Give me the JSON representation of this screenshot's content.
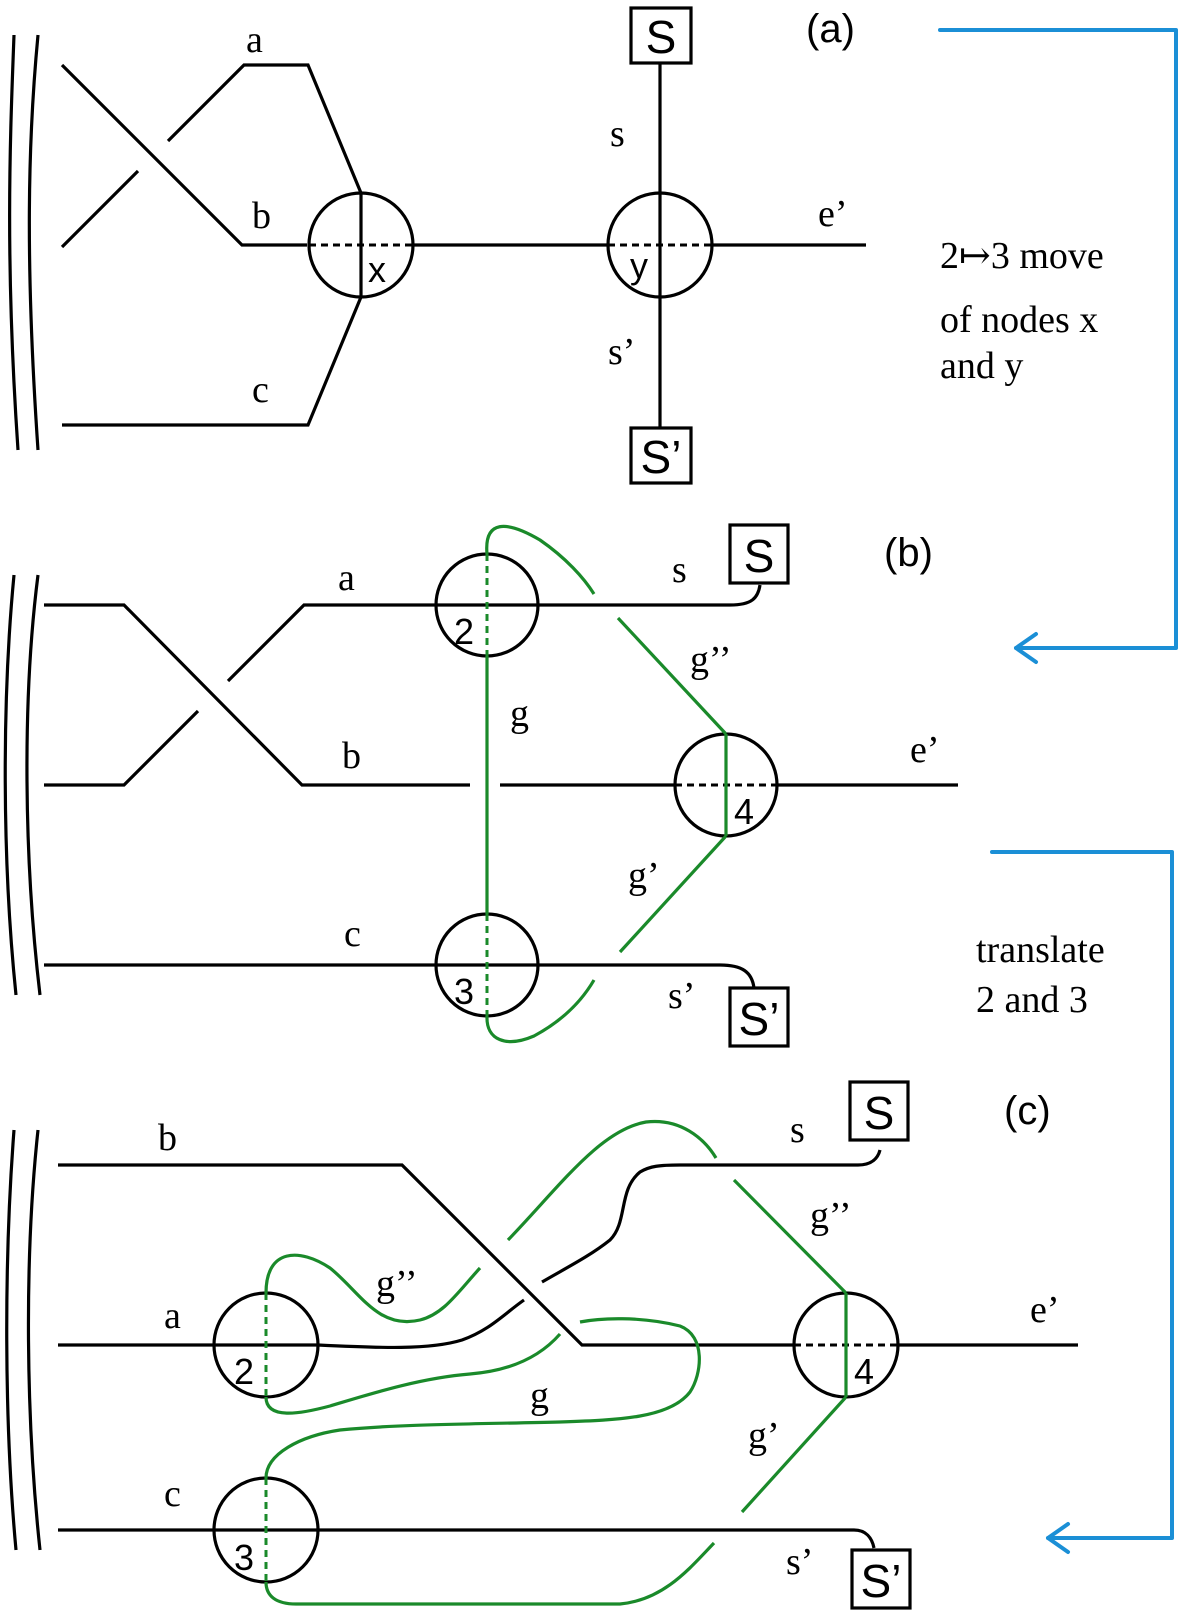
{
  "colors": {
    "line": "#000000",
    "green": "#1a8a2a",
    "arrow": "#1b8fd6"
  },
  "panels": {
    "a": {
      "tag": "(a)",
      "edges": {
        "a": "a",
        "b": "b",
        "c": "c",
        "s": "s",
        "s_prime": "s’",
        "e_prime": "e’"
      },
      "nodes": {
        "x": "x",
        "y": "y"
      },
      "boxes": {
        "S": "S",
        "S_prime": "S’"
      }
    },
    "b": {
      "tag": "(b)",
      "edges": {
        "a": "a",
        "b": "b",
        "c": "c",
        "s": "s",
        "s_prime": "s’",
        "e_prime": "e’",
        "g": "g",
        "g_prime": "g’",
        "g_double_prime": "g’’"
      },
      "nodes": {
        "n2": "2",
        "n3": "3",
        "n4": "4"
      },
      "boxes": {
        "S": "S",
        "S_prime": "S’"
      }
    },
    "c": {
      "tag": "(c)",
      "edges": {
        "a": "a",
        "b": "b",
        "c": "c",
        "s": "s",
        "s_prime": "s’",
        "e_prime": "e’",
        "g": "g",
        "g_prime": "g’",
        "g_double_prime_left": "g’’",
        "g_double_prime_right": "g’’"
      },
      "nodes": {
        "n2": "2",
        "n3": "3",
        "n4": "4"
      },
      "boxes": {
        "S": "S",
        "S_prime": "S’"
      }
    }
  },
  "annotations": {
    "move": [
      "2↦3 move",
      "of nodes x",
      "and y"
    ],
    "translate": [
      "translate",
      "2 and 3"
    ]
  }
}
